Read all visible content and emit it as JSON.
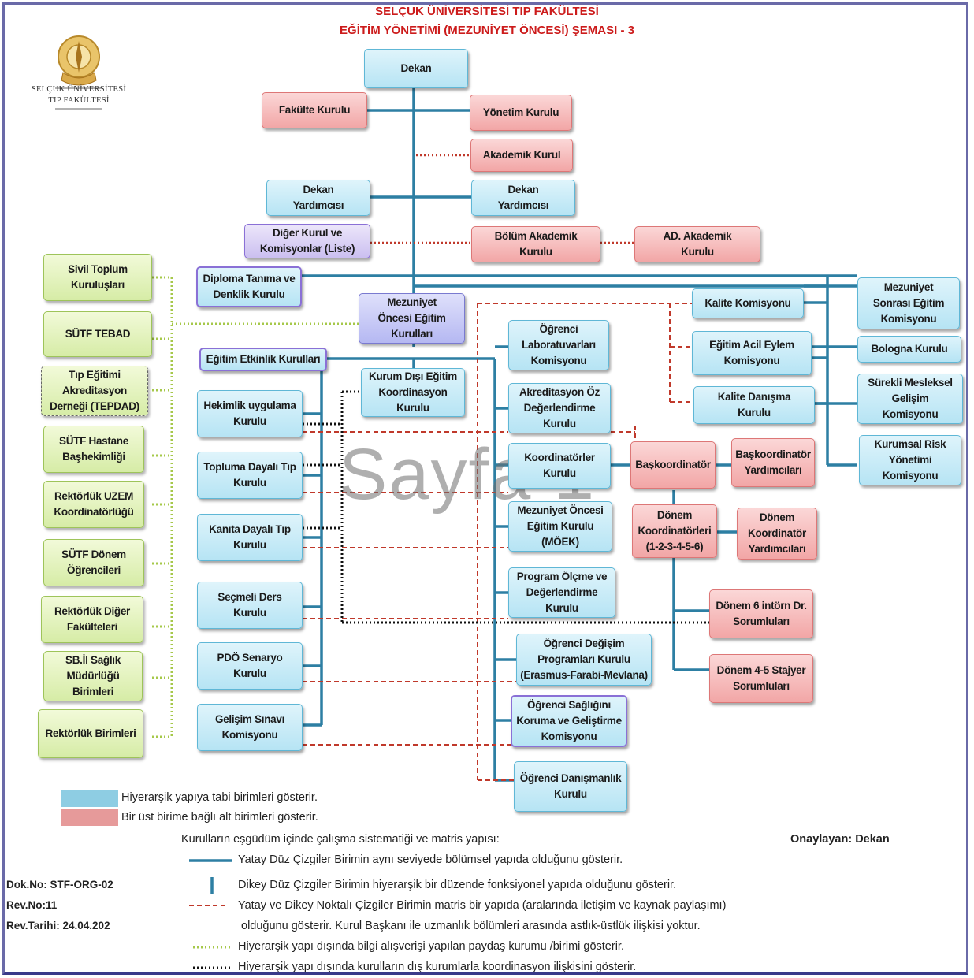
{
  "title_line1": "SELÇUK ÜNİVERSİTESİ TIP FAKÜLTESİ",
  "title_line2": "EĞİTİM YÖNETİMİ (MEZUNİYET ÖNCESİ) ŞEMASI - 3",
  "logo": {
    "line1": "SELÇUK ÜNİVERSİTESİ",
    "line2": "TIP FAKÜLTESİ"
  },
  "watermark": "Sayfa 1",
  "colors": {
    "hierarchy_line": "#2d7fa3",
    "matrix_line": "#c0392b",
    "stakeholder_line": "#a6c84a",
    "external_line": "#000000",
    "title": "#cc1b1b"
  },
  "boxes": {
    "dekan": "Dekan",
    "fakulte_kurulu": "Fakülte Kurulu",
    "yonetim_kurulu": "Yönetim Kurulu",
    "akademik_kurul": "Akademik  Kurul",
    "dekan_yrd_1": "Dekan\nYardımcısı",
    "dekan_yrd_2": "Dekan\nYardımcısı",
    "diger_kurul": "Diğer Kurul ve\nKomisyonlar (Liste)",
    "bolum_akademik": "Bölüm Akademik\nKurulu",
    "ad_akademik": "AD.  Akademik\nKurulu",
    "diploma": "Diploma Tanıma ve\nDenklik Kurulu",
    "mezuniyet_oncesi": "Mezuniyet\nÖncesi Eğitim\nKurulları",
    "egitim_etkinlik": "Eğitim Etkinlik Kurulları",
    "kurum_disi": "Kurum Dışı Eğitim\nKoordinasyon\nKurulu",
    "hekimlik": "Hekimlik uygulama\nKurulu",
    "topluma": "Topluma Dayalı Tıp\nKurulu",
    "kanita": "Kanıta Dayalı Tıp\nKurulu",
    "secmeli": "Seçmeli Ders\nKurulu",
    "pdo": "PDÖ Senaryo\nKurulu",
    "gelisim": "Gelişim Sınavı\nKomisyonu",
    "ogr_lab": "Öğrenci\nLaboratuvarları\nKomisyonu",
    "akreditasyon_oz": "Akreditasyon Öz\nDeğerlendirme\nKurulu",
    "koordinatorler": "Koordinatörler\nKurulu",
    "moek": "Mezuniyet Öncesi\nEğitim Kurulu\n(MÖEK)",
    "program_olcme": "Program Ölçme ve\nDeğerlendirme\nKurulu",
    "ogr_degisim": "Öğrenci Değişim\nProgramları Kurulu\n(Erasmus-Farabi-Mevlana)",
    "ogr_saglik": "Öğrenci Sağlığını\nKoruma ve Geliştirme\nKomisyonu",
    "ogr_danisman": "Öğrenci Danışmanlık\nKurulu",
    "baskoordinator": "Başkoordinatör",
    "baskoordinator_yrd": "Başkoordinatör\nYardımcıları",
    "donem_koord": "Dönem\nKoordinatörleri\n(1-2-3-4-5-6)",
    "donem_koord_yrd": "Dönem\nKoordinatör\nYardımcıları",
    "donem6": "Dönem 6 intörn Dr.\nSorumluları",
    "donem45": "Dönem 4-5 Stajyer\nSorumluları",
    "kalite_kom": "Kalite Komisyonu",
    "egitim_acil": "Eğitim Acil Eylem\nKomisyonu",
    "kalite_danisma": "Kalite Danışma\nKurulu",
    "mezuniyet_sonrasi": "Mezuniyet\nSonrası Eğitim\nKomisyonu",
    "bologna": "Bologna Kurulu",
    "surekli": "Sürekli Mesleksel\nGelişim\nKomisyonu",
    "kurumsal_risk": "Kurumsal Risk\nYönetimi\nKomisyonu",
    "sivil": "Sivil  Toplum\nKuruluşları",
    "tebad": "SÜTF TEBAD",
    "tepdad": "Tıp Eğitimi\nAkreditasyon\nDerneği (TEPDAD)",
    "hastane": "SÜTF Hastane\nBaşhekimliği",
    "uzem": "Rektörlük UZEM\nKoordinatörlüğü",
    "donem_ogr": "SÜTF Dönem\nÖğrencileri",
    "rektorluk_diger": "Rektörlük Diğer\nFakülteleri",
    "sb_il": "SB.İl Sağlık\nMüdürlüğü\nBirimleri",
    "rektorluk_birim": "Rektörlük Birimleri"
  },
  "legend": {
    "blue": "Hiyerarşik yapıya  tabi birimleri gösterir.",
    "red": "Bir üst birime bağlı alt birimleri gösterir.",
    "heading": "Kurulların eşgüdüm içinde çalışma sistematiği ve matris yapısı:",
    "approved": "Onaylayan: Dekan",
    "l1": "Yatay Düz Çizgiler Birimin aynı seviyede bölümsel yapıda olduğunu gösterir.",
    "l2": "Dikey Düz Çizgiler Birimin hiyerarşik bir düzende fonksiyonel yapıda olduğunu gösterir.",
    "l3a": "Yatay ve Dikey Noktalı Çizgiler Birimin matris bir yapıda (aralarında iletişim ve kaynak paylaşımı)",
    "l3b": "olduğunu gösterir. Kurul Başkanı ile uzmanlık bölümleri arasında astlık-üstlük ilişkisi yoktur.",
    "l4": "Hiyerarşik yapı dışında bilgi alışverişi yapılan paydaş kurumu /birimi gösterir.",
    "l5": "Hiyerarşik yapı dışında kurulların dış kurumlarla koordinasyon ilişkisini gösterir."
  },
  "doc": {
    "no": "Dok.No: STF-ORG-02",
    "rev": "Rev.No:11",
    "date": "Rev.Tarihi: 24.04.202"
  }
}
